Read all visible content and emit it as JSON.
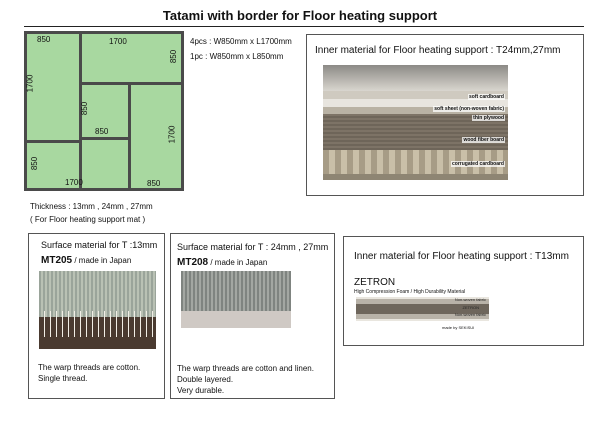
{
  "page": {
    "title": "Tatami with border for Floor heating support"
  },
  "layout_diagram": {
    "labels": [
      "850",
      "1700",
      "850",
      "1700",
      "850",
      "850",
      "1700",
      "850",
      "1700",
      "850"
    ]
  },
  "specs": {
    "line1": "4pcs : W850mm x L1700mm",
    "line2": "1pc : W850mm x L850mm"
  },
  "thickness": {
    "line1": "Thickness : 13mm , 24mm , 27mm",
    "line2": "( For Floor heating support mat )"
  },
  "inner_thick": {
    "title": "Inner material for Floor heating support : T24mm,27mm",
    "layers": [
      "soft cardboard",
      "soft sheet (non-woven fabric)",
      "thin plywood",
      "wood fiber board",
      "corrugated cardboard"
    ]
  },
  "mt205": {
    "heading": "Surface material for T :13mm",
    "code": "MT205",
    "origin": " / made in Japan",
    "desc1": "The warp threads are cotton.",
    "desc2": "Single thread."
  },
  "mt208": {
    "heading": "Surface material for T : 24mm , 27mm",
    "code": "MT208",
    "origin": " / made in Japan",
    "desc1": "The warp threads are cotton and linen.",
    "desc2": "Double layered.",
    "desc3": "Very durable."
  },
  "inner_thin": {
    "title": "Inner material for Floor heating support : T13mm",
    "brand": "ZETRON",
    "tagline": "High Compression Foam / High Durability Material",
    "layer1": "Non-woven fabric",
    "layer2": "ZETRON",
    "layer3": "Non-woven fabric",
    "maker": "made by SEKISUI"
  },
  "colors": {
    "mat_green": "#a8d8a0",
    "border_gray": "#4a4a4a"
  }
}
